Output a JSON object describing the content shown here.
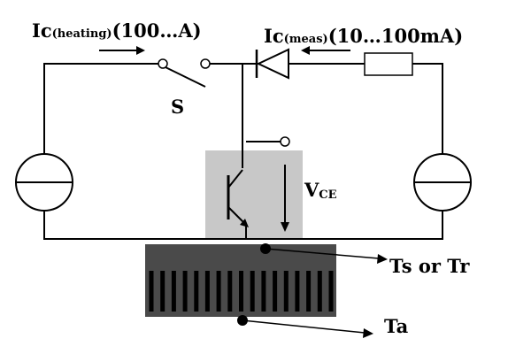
{
  "labels": {
    "ic_heating_main": "Ic",
    "ic_heating_sub": "(heating)",
    "ic_heating_range": "(100…A)",
    "ic_meas_main": "Ic",
    "ic_meas_sub": "(meas)",
    "ic_meas_range": "(10…100mA)",
    "switch": "S",
    "vce_main": "V",
    "vce_sub": "CE",
    "ts_tr": "Ts or Tr",
    "ta": "Ta"
  },
  "colors": {
    "wire": "#000000",
    "transistor_box": "#c8c8c8",
    "heatsink_base": "#4a4a4a",
    "heatsink_fin": "#000000",
    "background": "#ffffff"
  },
  "heatsink": {
    "fin_count": 17
  }
}
